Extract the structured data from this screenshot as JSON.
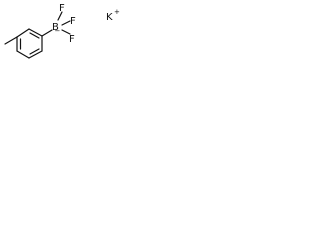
{
  "molecule": {
    "atoms": {
      "boron": "B",
      "fluorine": "F",
      "potassium": "K"
    },
    "charges": {
      "boron": "−",
      "potassium": "+"
    }
  }
}
